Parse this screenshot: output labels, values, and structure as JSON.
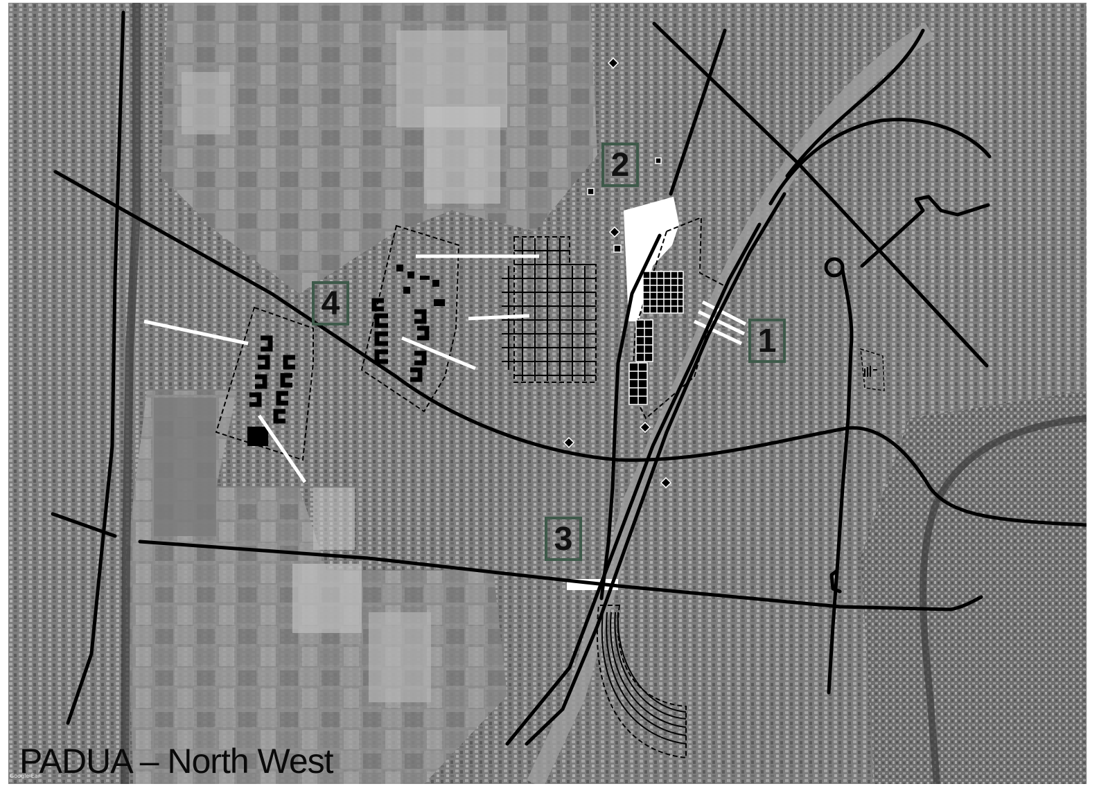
{
  "map": {
    "title": "PADUA – North West",
    "attribution": "Google Ear",
    "colors": {
      "base": "#8a8a8a",
      "road_line": "#0a0a0a",
      "connector_line": "#ffffff",
      "label_border": "#3e5a4a"
    }
  },
  "zone_labels": [
    {
      "id": "1",
      "text": "1"
    },
    {
      "id": "2",
      "text": "2"
    },
    {
      "id": "3",
      "text": "3"
    },
    {
      "id": "4",
      "text": "4"
    }
  ]
}
